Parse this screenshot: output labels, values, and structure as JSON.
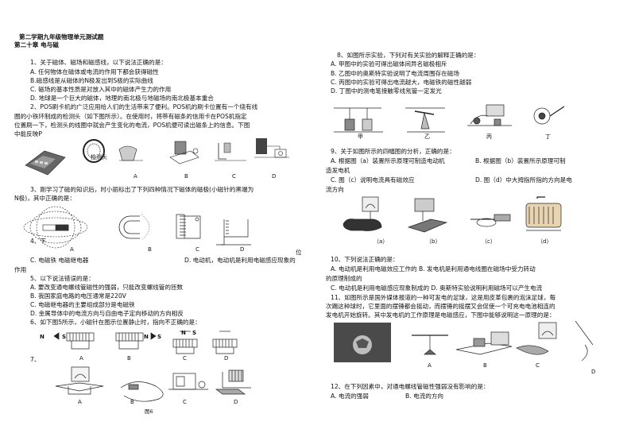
{
  "header": {
    "title": "第二学期九年级物理单元测试题",
    "chapter": "第二十章    电与磁"
  },
  "left": {
    "q1": {
      "stem": "1、关于磁体、磁场和磁感线，以下说法正确的是：",
      "a": "A. 任何物体在磁体或电流的作用下都会获得磁性",
      "b": "B.磁感线是从磁体的N极发出到S极的实际曲线",
      "c": "C. 磁场的基本性质是对放入其中的磁体产生力的作用",
      "d": "D. 地球是一个巨大的磁体，地理的南北极与地磁场的南北极基本重合"
    },
    "q2": {
      "l1": "2、POS刷卡机的广泛应用给人们的生活带来了便利。POS机的刷卡位置有一个绕有线",
      "l2": "圈的小铁环制成的检测头（如下图所示）。在使用时，将带有磁条的信用卡在POS机指定",
      "l3": "位置刷一下，检测头的线圈中就会产生变化的电流，POS机便可读出磁条上的信息。下图",
      "l4": "中能反映P",
      "cap_head": "检测头",
      "opts": [
        "A",
        "B",
        "C",
        "D"
      ]
    },
    "q3": {
      "l1": "3、刚学习了磁的知识后，时小丽标出了下列四种情况下磁体的磁极(小磁针的黑端为",
      "l2": "N极)，其中正确的是：",
      "opts": [
        "A",
        "B",
        "C",
        "D"
      ]
    },
    "q4": {
      "l1": "4、下",
      "l1b": "位",
      "l2": "C. 电磁铁    电磁继电器",
      "l2b": "D. 电动机，电动机是利用电磁感应现象的",
      "l3": "作用"
    },
    "q5": {
      "stem": "5、以下说法错误的是：",
      "a": "A. 要改变通电螺线管磁性的强弱，只能改变螺线管的匝数",
      "b": "B. 我国家庭电路的电压通常是220V",
      "c": "C. 电磁继电器的主要组成部分是电磁铁",
      "d": "D. 金属导体中的电流方向与自由电子定向移动的方向相反"
    },
    "q6": {
      "stem": "6、如下图5所示，小磁针在图示位置静止时，指向不正确的是：",
      "opts": [
        "A",
        "B",
        "C",
        "D"
      ],
      "n": "N",
      "s": "S"
    },
    "q7": {
      "stem": "7、",
      "opts": [
        "A",
        "B",
        "C",
        "D"
      ],
      "fig": "图6"
    }
  },
  "right": {
    "q8": {
      "stem": "8、如图所示实验，下列对有关实验的解释正确的是：",
      "a": "A. 甲图中的实验可得出磁体间异名磁极相斥",
      "b": "B. 乙图中的奥斯特实验说明了电流周围存在磁场",
      "c": "C. 丙图中的实验可得出电流越大，电磁铁的磁性越弱",
      "d": "D. 丁图中的测电笔接触零线氖管一定发光",
      "caps": [
        "甲",
        "乙",
        "丙",
        "丁"
      ]
    },
    "q9": {
      "stem": "9、关于如图所示的四幅图的分析，正确的是：",
      "a": "A. 根据图（a）装置所示原理可制造电动机",
      "b": "B. 根据图（b）装置所示原理可制",
      "b2": "造发电机",
      "c": "C. 图（c）说明电流具有磁效应",
      "d": "D. 图（d）中大拇指所指的方向是电",
      "d2": "流方向",
      "caps": [
        "（a）",
        "（b）",
        "（c）",
        "（d）"
      ]
    },
    "q10": {
      "stem": "10、下列说法正确的是：",
      "a": "A. 电动机是利用电磁效应工作的 B. 发电机是利用通电线圈在磁场中受力转动",
      "a2": "的原理制成的",
      "c": "C. 电动机是利用电磁感应现象制成的 D. 奥斯特实验说明利用磁场可以产生电流"
    },
    "q11": {
      "l1": "11、如图所示是国外媒体报道的一种可发电的足球，这是用皮革包裹的泡沫足球，每",
      "l2": "次踢这种球时，它里面的摆锤都会摇动，而摆锤的摇摆又会促使一个可充电电池相连的",
      "l3": "发电机开始旋转。其中发电机的工作原理是电磁感应，下图中能够说明这一原理的是：",
      "opts": [
        "A",
        "B",
        "C",
        "D"
      ]
    },
    "q12": {
      "stem": "12、在下列因素中，对通电螺线管磁性强弱没有影响的是：",
      "a": "A. 电流的强弱",
      "b": "B. 电流的方向"
    }
  }
}
